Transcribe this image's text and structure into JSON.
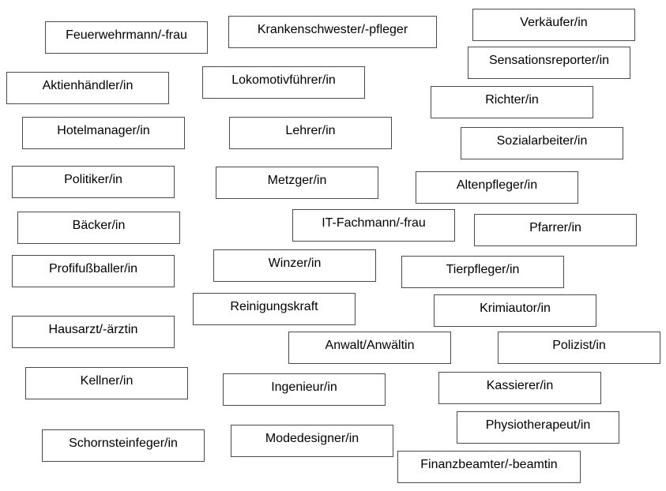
{
  "cards": [
    {
      "label": "Feuerwehrmann/-frau"
    },
    {
      "label": "Krankenschwester/-pfleger"
    },
    {
      "label": "Verkäufer/in"
    },
    {
      "label": "Sensationsreporter/in"
    },
    {
      "label": "Aktienhändler/in"
    },
    {
      "label": "Lokomotivführer/in"
    },
    {
      "label": "Richter/in"
    },
    {
      "label": "Hotelmanager/in"
    },
    {
      "label": "Lehrer/in"
    },
    {
      "label": "Sozialarbeiter/in"
    },
    {
      "label": "Politiker/in"
    },
    {
      "label": "Metzger/in"
    },
    {
      "label": "Altenpfleger/in"
    },
    {
      "label": "Bäcker/in"
    },
    {
      "label": "IT-Fachmann/-frau"
    },
    {
      "label": "Pfarrer/in"
    },
    {
      "label": "Profifußballer/in"
    },
    {
      "label": "Winzer/in"
    },
    {
      "label": "Tierpfleger/in"
    },
    {
      "label": "Reinigungskraft"
    },
    {
      "label": "Krimiautor/in"
    },
    {
      "label": "Hausarzt/-ärztin"
    },
    {
      "label": "Anwalt/Anwältin"
    },
    {
      "label": "Polizist/in"
    },
    {
      "label": "Kellner/in"
    },
    {
      "label": "Ingenieur/in"
    },
    {
      "label": "Kassierer/in"
    },
    {
      "label": "Physiotherapeut/in"
    },
    {
      "label": "Schornsteinfeger/in"
    },
    {
      "label": "Modedesigner/in"
    },
    {
      "label": "Finanzbeamter/-beamtin"
    }
  ]
}
